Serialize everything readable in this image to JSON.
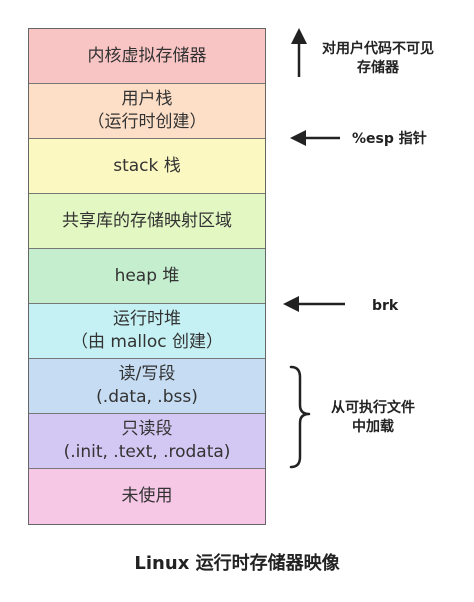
{
  "segments": [
    {
      "lines": [
        "内核虚拟存储器"
      ],
      "color": "#f9c4c4"
    },
    {
      "lines": [
        "用户栈",
        "（运行时创建）"
      ],
      "color": "#fddfc8"
    },
    {
      "lines": [
        "stack 栈"
      ],
      "color": "#fcf8c2"
    },
    {
      "lines": [
        "共享库的存储映射区域"
      ],
      "color": "#e3f7c3"
    },
    {
      "lines": [
        "heap 堆"
      ],
      "color": "#c5eecf"
    },
    {
      "lines": [
        "运行时堆",
        "（由 malloc 创建）"
      ],
      "color": "#c5f1f4"
    },
    {
      "lines": [
        "读/写段",
        "(.data, .bss)"
      ],
      "color": "#c5dcf3"
    },
    {
      "lines": [
        "只读段",
        "(.init, .text, .rodata)"
      ],
      "color": "#d3c8f3"
    },
    {
      "lines": [
        "未使用"
      ],
      "color": "#f6c8e6"
    }
  ],
  "annotations": {
    "user_invisible": [
      "对用户代码不可见",
      "存储器"
    ],
    "esp_pointer": "%esp 指针",
    "brk": "brk",
    "loaded_from_file": [
      "从可执行文件",
      "中加载"
    ]
  },
  "caption": "Linux 运行时存储器映像"
}
